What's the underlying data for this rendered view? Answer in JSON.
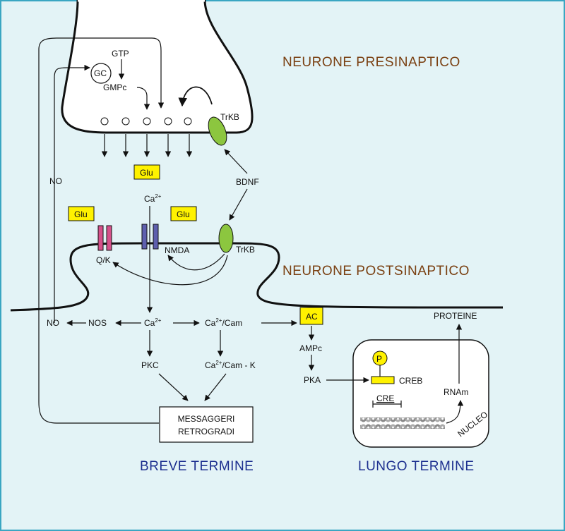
{
  "labels": {
    "presynaptic": "NEURONE  PRESINAPTICO",
    "postsynaptic": "NEURONE  POSTSINAPTICO",
    "short_term": "BREVE  TERMINE",
    "long_term": "LUNGO  TERMINE"
  },
  "molecules": {
    "gtp": "GTP",
    "gc": "GC",
    "gmpc": "GMPc",
    "trkb_pre": "TrKB",
    "trkb_post": "TrKB",
    "bdnf": "BDNF",
    "glu_cleft": "Glu",
    "glu_left": "Glu",
    "glu_right": "Glu",
    "no_top": "NO",
    "no_bottom": "NO",
    "ca_top": "Ca",
    "ca_top_sup": "2+",
    "qk": "Q/K",
    "nmda": "NMDA",
    "nos": "NOS",
    "ca_mid": "Ca",
    "ca_mid_sup": "2+",
    "cacam_ca": "Ca",
    "cacam_sup": "2+",
    "cacam_rest": "/Cam",
    "cacamk_ca": "Ca",
    "cacamk_sup": "2+",
    "cacamk_rest": "/Cam - K",
    "pkc": "PKC",
    "ac": "AC",
    "ampc": "AMPc",
    "pka": "PKA",
    "p": "P",
    "creb": "CREB",
    "cre": "CRE",
    "rnam": "RNAm",
    "proteine": "PROTEINE",
    "nucleo": "NUCLEO",
    "messaggeri_line1": "MESSAGGERI",
    "messaggeri_line2": "RETROGRADI"
  },
  "colors": {
    "background": "#e3f3f6",
    "border": "#3aa6c2",
    "yellow": "#fff200",
    "trkb_green": "#8cc63f",
    "qk_pink": "#d6508a",
    "nmda_blue": "#5e5fae",
    "title_brown": "#7a4012",
    "title_blue": "#1c2f8f"
  }
}
